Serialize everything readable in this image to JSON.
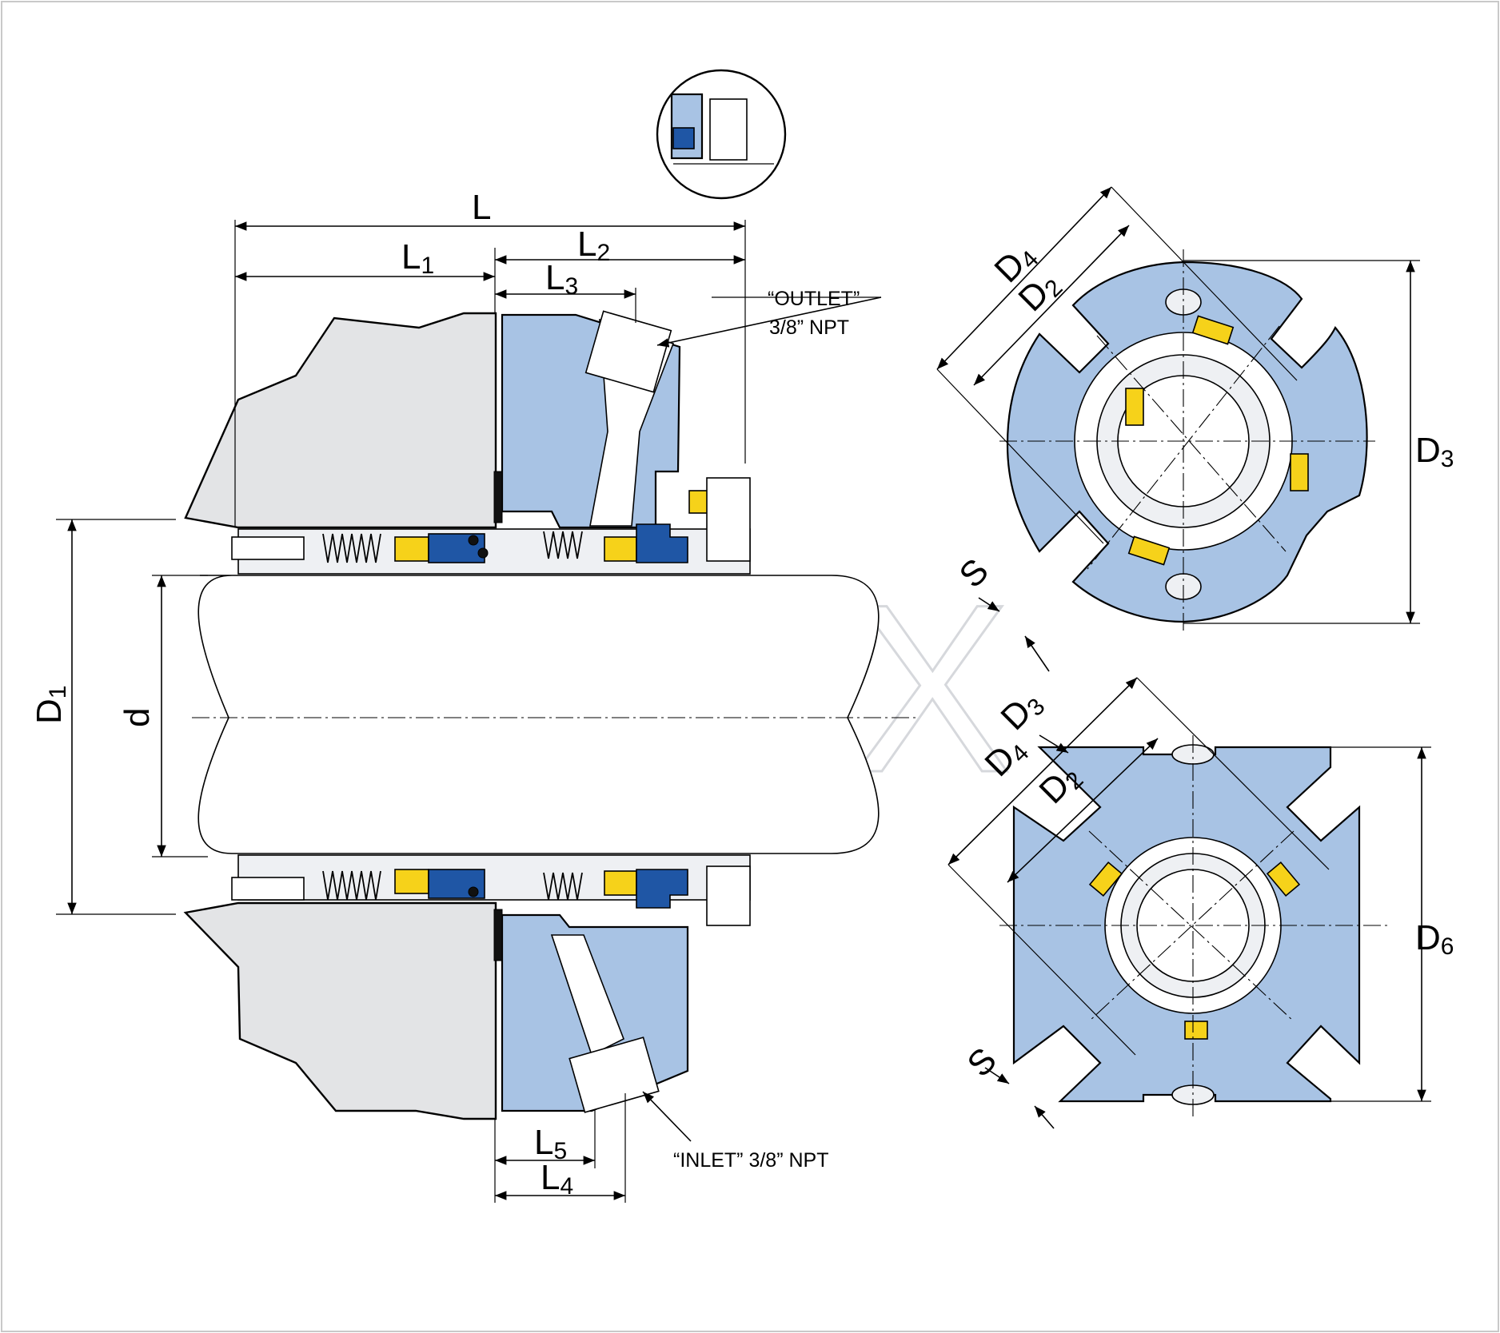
{
  "labels": {
    "L": "L",
    "L1": "L",
    "L1_sub": "1",
    "L2": "L",
    "L2_sub": "2",
    "L3": "L",
    "L3_sub": "3",
    "L4": "L",
    "L4_sub": "4",
    "L5": "L",
    "L5_sub": "5",
    "D1": "D",
    "D1_sub": "1",
    "d": "d",
    "D2": "D",
    "D2_sub": "2",
    "D3": "D",
    "D3_sub": "3",
    "D4": "D",
    "D4_sub": "4",
    "D6": "D",
    "D6_sub": "6",
    "S": "S",
    "D2b": "D",
    "D2b_sub": "2",
    "D3b": "D",
    "D3b_sub": "3",
    "D4b": "D",
    "D4b_sub": "4",
    "Sb": "S"
  },
  "notes": {
    "outlet_line1": "“OUTLET”",
    "outlet_line2": "3/8” NPT",
    "inlet": "“INLET” 3/8” NPT"
  },
  "watermark": "ABEX",
  "colors": {
    "gland": "#a8c3e4",
    "housing": "#e3e4e6",
    "seal_blue": "#1f56a5",
    "drive_yellow": "#f6d21a"
  }
}
